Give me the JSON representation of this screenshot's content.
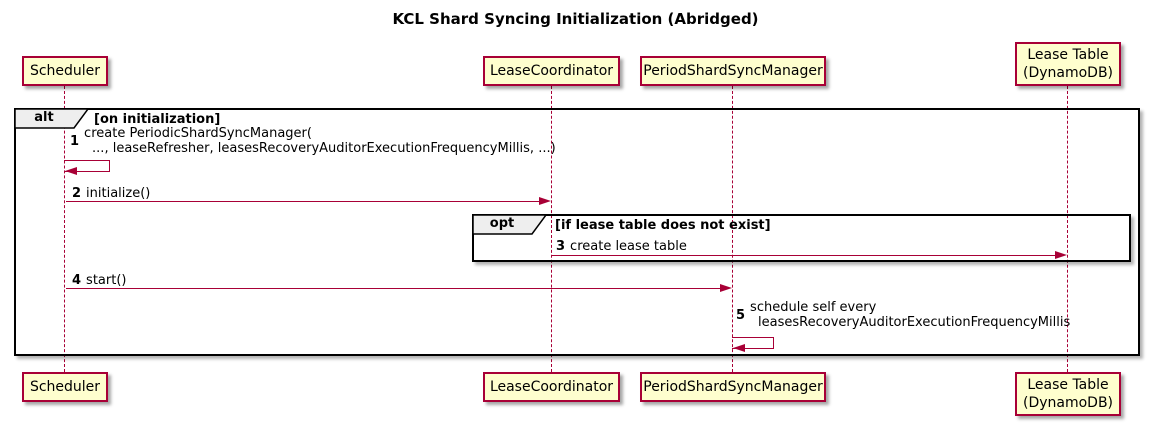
{
  "title": "KCL Shard Syncing Initialization (Abridged)",
  "participants": [
    {
      "label": "Scheduler"
    },
    {
      "label": "LeaseCoordinator"
    },
    {
      "label": "PeriodShardSyncManager"
    },
    {
      "label": "Lease Table",
      "sublabel": "(DynamoDB)"
    }
  ],
  "frames": {
    "alt": {
      "operator": "alt",
      "condition": "[on initialization]"
    },
    "opt": {
      "operator": "opt",
      "condition": "[if lease table does not exist]"
    }
  },
  "messages": {
    "m1": {
      "number": "1",
      "line1": "create PeriodicShardSyncManager(",
      "line2": "..., leaseRefresher, leasesRecoveryAuditorExecutionFrequencyMillis, ...)"
    },
    "m2": {
      "number": "2",
      "text": "initialize()"
    },
    "m3": {
      "number": "3",
      "text": "create lease table"
    },
    "m4": {
      "number": "4",
      "text": "start()"
    },
    "m5": {
      "number": "5",
      "line1": "schedule self every",
      "line2": "leasesRecoveryAuditorExecutionFrequencyMillis"
    }
  },
  "colors": {
    "participant_fill": "#FEFECE",
    "participant_border": "#A80036",
    "lifeline": "#A80036",
    "arrow": "#A80036",
    "frame_border": "#000000",
    "operator_tab_fill": "#EEEEEE",
    "text": "#000000",
    "background": "#FFFFFF"
  }
}
